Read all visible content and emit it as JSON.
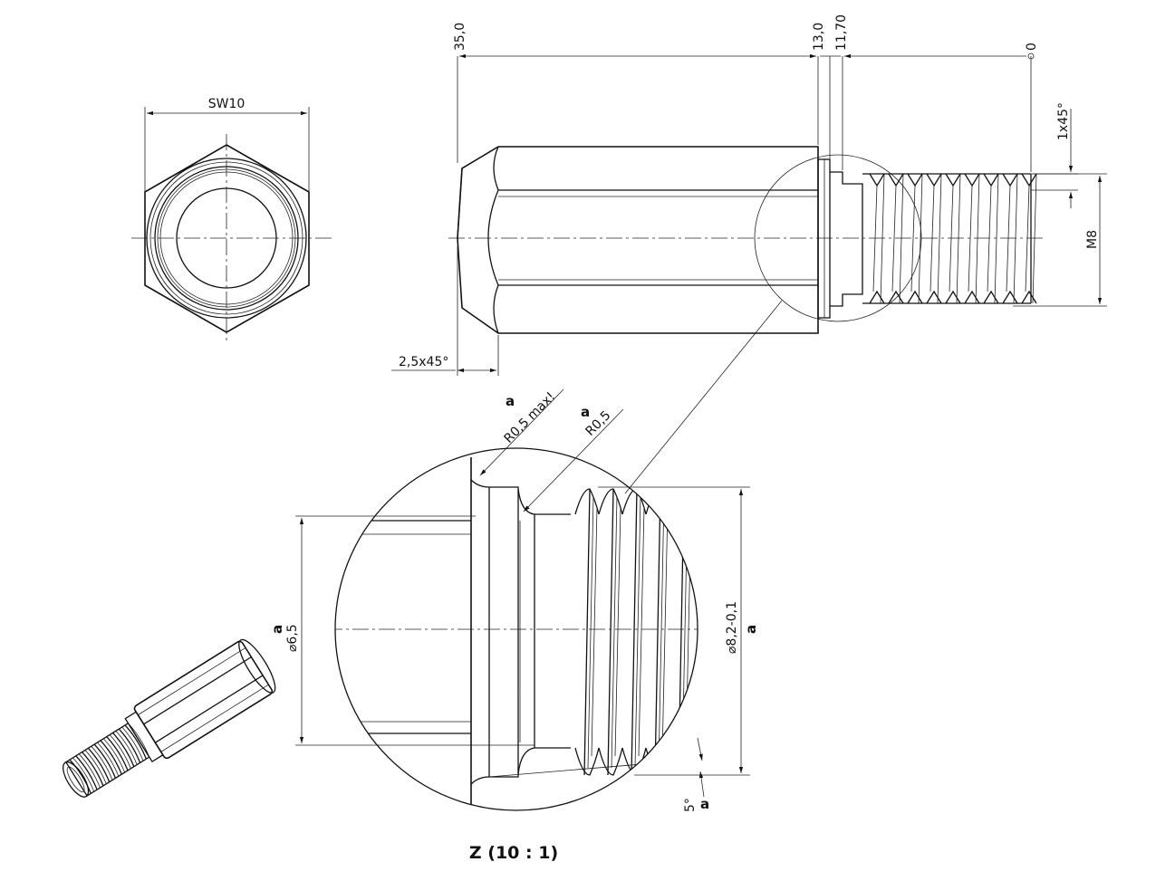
{
  "labels": {
    "sw10": "SW10",
    "d35": "35,0",
    "d13": "13,0",
    "d1170": "11,70",
    "d0": "0",
    "c1x45": "1x45°",
    "m8": "M8",
    "c25x45": "2,5x45°",
    "r05max": "R0,5 max!",
    "r05": "R0,5",
    "a": "a",
    "dia65": "⌀6,5",
    "dia82": "⌀8,2-0,1",
    "angle5": "5°",
    "detail_title": "Z (10 : 1)"
  }
}
